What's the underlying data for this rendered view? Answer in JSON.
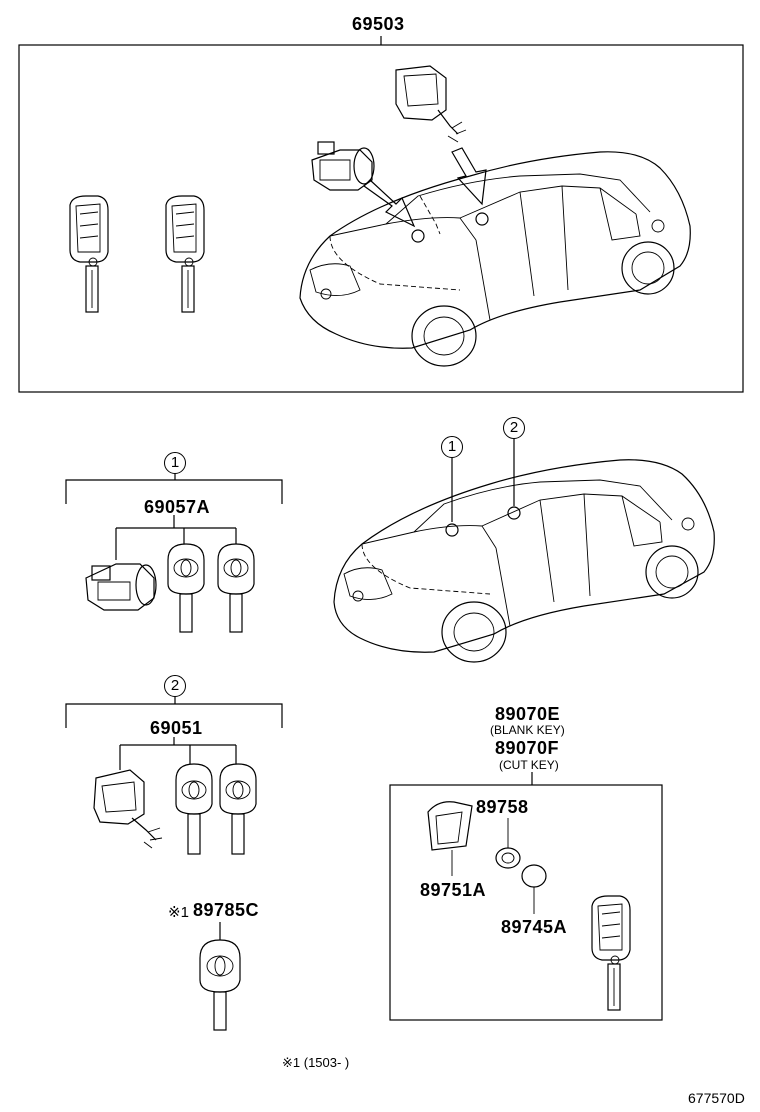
{
  "parts": {
    "top_set": "69503",
    "group1_set": "69057A",
    "group2_set": "69051",
    "blank_key": "89070E",
    "blank_key_desc": "(BLANK KEY)",
    "cut_key": "89070F",
    "cut_key_desc": "(CUT KEY)",
    "cover": "89758",
    "housing": "89751A",
    "battery": "89745A",
    "transponder_key": "89785C",
    "transponder_key_prefix": "※1"
  },
  "callouts": {
    "one": "1",
    "two": "2"
  },
  "footnote": {
    "text": "※1 (1503-      )"
  },
  "diagram_code": "677570D"
}
